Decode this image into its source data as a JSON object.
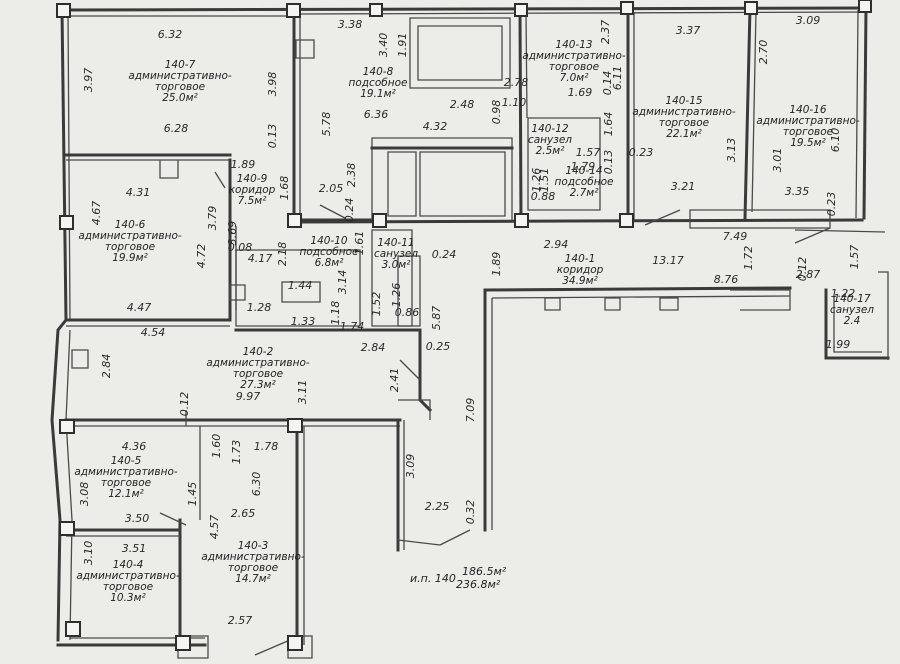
{
  "plan": {
    "rooms": [
      {
        "id": "140-7",
        "lines": [
          "140-7",
          "административно-",
          "торговое",
          "25.0м²"
        ]
      },
      {
        "id": "140-8",
        "lines": [
          "140-8",
          "подсобное",
          "19.1м²"
        ]
      },
      {
        "id": "140-13",
        "lines": [
          "140-13",
          "административно-",
          "торговое",
          "7.0м²"
        ]
      },
      {
        "id": "140-15",
        "lines": [
          "140-15",
          "административно-",
          "торговое",
          "22.1м²"
        ]
      },
      {
        "id": "140-16",
        "lines": [
          "140-16",
          "административно-",
          "торговое",
          "19.5м²"
        ]
      },
      {
        "id": "140-12",
        "lines": [
          "140-12",
          "санузел",
          "2.5м²"
        ]
      },
      {
        "id": "140-14",
        "lines": [
          "140-14",
          "подсобное",
          "2.7м²"
        ]
      },
      {
        "id": "140-9",
        "lines": [
          "140-9",
          "коридор",
          "7.5м²"
        ]
      },
      {
        "id": "140-6",
        "lines": [
          "140-6",
          "административно-",
          "торговое",
          "19.9м²"
        ]
      },
      {
        "id": "140-10",
        "lines": [
          "140-10",
          "подсобное",
          "6.8м²"
        ]
      },
      {
        "id": "140-11",
        "lines": [
          "140-11",
          "санузел",
          "3.0м²"
        ]
      },
      {
        "id": "140-1",
        "lines": [
          "140-1",
          "коридор",
          "34.9м²"
        ]
      },
      {
        "id": "140-17",
        "lines": [
          "140-17",
          "санузел",
          "2.4"
        ]
      },
      {
        "id": "140-2",
        "lines": [
          "140-2",
          "административно-",
          "торговое",
          "27.3м²"
        ]
      },
      {
        "id": "140-5",
        "lines": [
          "140-5",
          "административно-",
          "торговое",
          "12.1м²"
        ]
      },
      {
        "id": "140-3",
        "lines": [
          "140-3",
          "административно-",
          "торговое",
          "14.7м²"
        ]
      },
      {
        "id": "140-4",
        "lines": [
          "140-4",
          "административно-",
          "торговое",
          "10.3м²"
        ]
      }
    ],
    "dimensions": [
      "6.32",
      "3.97",
      "3.98",
      "6.28",
      "0.13",
      "3.38",
      "3.40",
      "1.91",
      "2.37",
      "0.14",
      "3.37",
      "3.09",
      "2.70",
      "6.11",
      "6.36",
      "4.32",
      "2.48",
      "0.98",
      "2.78",
      "1.10",
      "1.69",
      "1.64",
      "5.78",
      "1.89",
      "1.68",
      "2.38",
      "2.05",
      "0.24",
      "1.57",
      "1.79",
      "0.13",
      "0.23",
      "3.13",
      "3.01",
      "6.10",
      "3.21",
      "3.35",
      "0.23",
      "4.31",
      "4.67",
      "3.79",
      "3.69",
      "0.08",
      "4.72",
      "4.17",
      "2.18",
      "1.61",
      "1.26",
      "0.88",
      "1.51",
      "2.94",
      "7.49",
      "1.72",
      "1.57",
      "0.12",
      "0.24",
      "1.89",
      "13.17",
      "8.76",
      "2.87",
      "1.22",
      "1.99",
      "3.14",
      "1.18",
      "1.52",
      "1.26",
      "1.44",
      "1.28",
      "4.47",
      "1.33",
      "1.74",
      "0.86",
      "5.87",
      "4.54",
      "2.84",
      "2.84",
      "0.25",
      "2.41",
      "3.11",
      "9.97",
      "0.12",
      "7.09",
      "4.36",
      "1.60",
      "1.73",
      "1.78",
      "3.08",
      "1.45",
      "6.30",
      "3.09",
      "3.50",
      "4.57",
      "2.65",
      "2.25",
      "0.32",
      "3.10",
      "3.51",
      "2.57"
    ],
    "totals": {
      "label": "и.п. 140",
      "area_1": "186.5м²",
      "area_2": "236.8м²"
    }
  }
}
